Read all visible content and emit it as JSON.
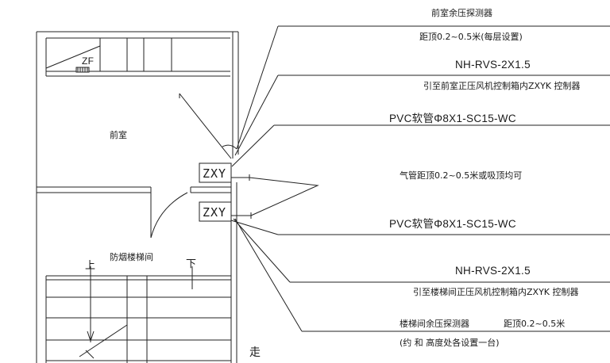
{
  "labels": {
    "zf": "ZF",
    "front_room": "前室",
    "stairwell": "防烟楼梯间",
    "up": "上",
    "down": "下",
    "corridor": "走",
    "zxy_upper": "ZXY",
    "zxy_lower": "ZXY"
  },
  "callouts": [
    {
      "id": "front-sensor-title",
      "text": "前室余压探测器"
    },
    {
      "id": "front-sensor-height",
      "text": "距顶0.2~0.5米(每层设置)"
    },
    {
      "id": "cable-upper",
      "text": "NH-RVS-2X1.5"
    },
    {
      "id": "cable-upper-desc",
      "text": "引至前室正压风机控制箱内ZXYK 控制器"
    },
    {
      "id": "pvc-upper",
      "text": "PVC软管Φ8X1-SC15-WC"
    },
    {
      "id": "air-pipe",
      "text": "气管距顶0.2~0.5米或吸顶均可"
    },
    {
      "id": "pvc-lower",
      "text": "PVC软管Φ8X1-SC15-WC"
    },
    {
      "id": "cable-lower",
      "text": "NH-RVS-2X1.5"
    },
    {
      "id": "cable-lower-desc",
      "text": "引至楼梯间正压风机控制箱内ZXYK 控制器"
    },
    {
      "id": "stair-sensor-title",
      "text": "楼梯间余压探测器"
    },
    {
      "id": "stair-sensor-height",
      "text": "距顶0.2~0.5米"
    },
    {
      "id": "stair-sensor-note",
      "text": "(约   和    高度处各设置一台)"
    }
  ]
}
